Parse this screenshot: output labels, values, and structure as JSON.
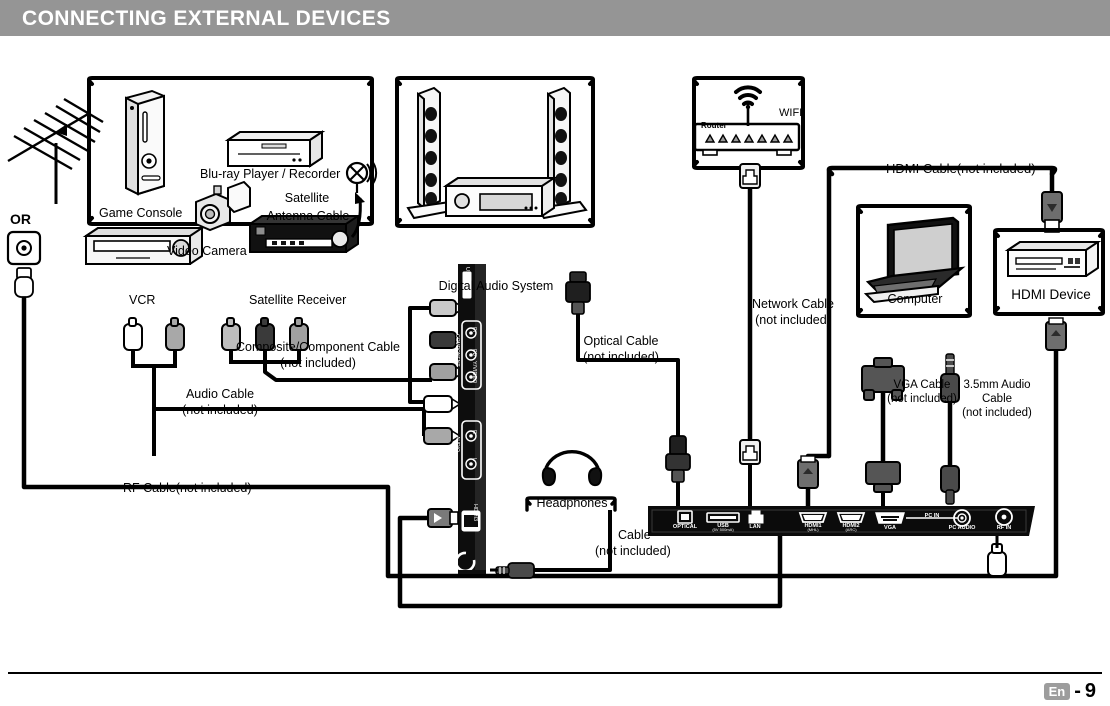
{
  "header": {
    "title": "CONNECTING EXTERNAL DEVICES"
  },
  "footer": {
    "lang": "En",
    "dash": "-",
    "page": "9"
  },
  "antenna": {
    "or_label": "OR"
  },
  "groups": {
    "sources": {
      "game_console": "Game Console",
      "bluray": "Blu-ray Player / Recorder",
      "video_camera": "Video Camera",
      "vcr": "VCR",
      "satellite_receiver": "Satellite Receiver",
      "satellite_antenna_cable_l1": "Satellite",
      "satellite_antenna_cable_l2": "Antenna Cable"
    },
    "audio": {
      "label": "Digital Audio System"
    },
    "router": {
      "label": "Router",
      "wifi": "WIFI"
    },
    "computer": {
      "label": "Computer"
    },
    "hdmi_device": {
      "label": "HDMI Device"
    },
    "headphones": {
      "label": "Headphones"
    }
  },
  "cables": {
    "composite_l1": "Composite/Component Cable",
    "composite_l2": "(not included)",
    "audio_l1": "Audio Cable",
    "audio_l2": "(not included)",
    "rf": "RF Cable(not included)",
    "optical_l1": "Optical Cable",
    "optical_l2": "(not included)",
    "network_l1": "Network Cable",
    "network_l2": "(not included)",
    "hdmi": "HDMI Cable(not included)",
    "vga_l1": "VGA Cable",
    "vga_l2": "(not included)",
    "audio35_l1": "3.5mm Audio",
    "audio35_l2": "Cable",
    "audio35_l3": "(not included)",
    "headphone_l1": "Cable",
    "headphone_l2": "(not included)"
  },
  "side_panel_ports": {
    "usb": "USB",
    "usb_sub": "(5V 500mA)",
    "component": "COMPONENT",
    "pr": "Pr",
    "pb": "Pb",
    "y_video": "Y/VIDEO",
    "audio": "AUDIO",
    "audio_r": "R",
    "audio_l": "L",
    "hdmi3": "HDMI3",
    "hdmi3_sub": "(ARC)"
  },
  "bottom_panel_ports": [
    {
      "id": "optical",
      "label": "OPTICAL",
      "sub": ""
    },
    {
      "id": "usb",
      "label": "USB",
      "sub": "(5V 500mA)"
    },
    {
      "id": "lan",
      "label": "LAN",
      "sub": ""
    },
    {
      "id": "hdmi1",
      "label": "HDMI1",
      "sub": "(MHL)"
    },
    {
      "id": "hdmi2",
      "label": "HDMI2",
      "sub": "(ARC)"
    },
    {
      "id": "vga",
      "label": "VGA",
      "sub": ""
    },
    {
      "id": "pc_in",
      "label": "PC IN",
      "sub": ""
    },
    {
      "id": "pc_audio",
      "label": "PC AUDIO",
      "sub": ""
    },
    {
      "id": "rf_in",
      "label": "RF IN",
      "sub": ""
    }
  ],
  "colors": {
    "header_bg": "#959595",
    "line": "#000000",
    "white_plug": "#ffffff",
    "gray_plug": "#a8a8a8",
    "dark_plug": "#3a3a3a",
    "panel_black": "#101010",
    "screen_gray": "#cfcfcf"
  }
}
